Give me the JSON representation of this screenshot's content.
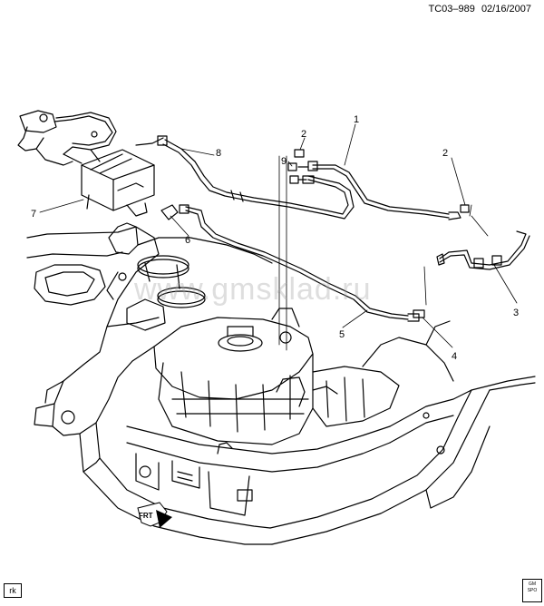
{
  "header": {
    "code": "TC03–989",
    "date": "02/16/2007"
  },
  "watermark": "www.gmsklad.ru",
  "corner_tag": "rk",
  "logo_text": [
    "GM",
    "SPO"
  ],
  "front_arrow_label": "FRT",
  "callouts": [
    {
      "id": "1",
      "label": "1"
    },
    {
      "id": "2a",
      "label": "2"
    },
    {
      "id": "2b",
      "label": "2"
    },
    {
      "id": "3",
      "label": "3"
    },
    {
      "id": "4",
      "label": "4"
    },
    {
      "id": "5",
      "label": "5"
    },
    {
      "id": "6",
      "label": "6"
    },
    {
      "id": "7",
      "label": "7"
    },
    {
      "id": "8",
      "label": "8"
    },
    {
      "id": "9",
      "label": "9"
    }
  ]
}
